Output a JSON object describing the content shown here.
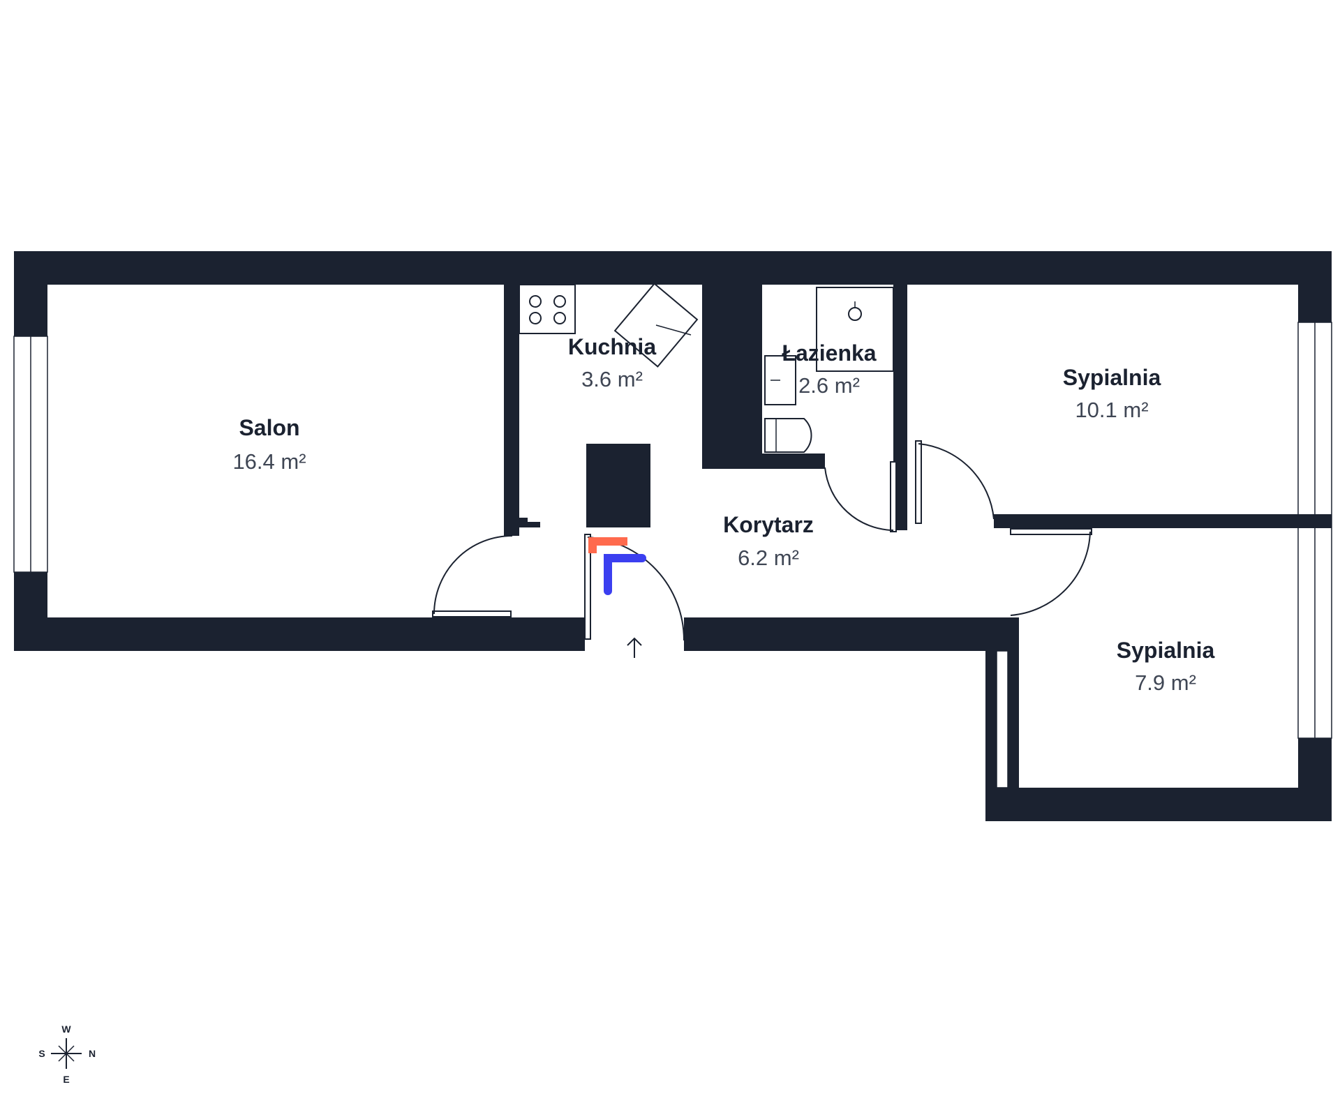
{
  "rooms": [
    {
      "id": "salon",
      "name": "Salon",
      "area": "16.4 m²"
    },
    {
      "id": "kuchnia",
      "name": "Kuchnia",
      "area": "3.6 m²"
    },
    {
      "id": "lazienka",
      "name": "Łazienka",
      "area": "2.6 m²"
    },
    {
      "id": "sypialnia1",
      "name": "Sypialnia",
      "area": "10.1 m²"
    },
    {
      "id": "korytarz",
      "name": "Korytarz",
      "area": "6.2 m²"
    },
    {
      "id": "sypialnia2",
      "name": "Sypialnia",
      "area": "7.9 m²"
    }
  ],
  "compass": {
    "top": "W",
    "left": "S",
    "right": "N",
    "bottom": "E"
  },
  "colors": {
    "wall": "#1b2230",
    "marker_orange": "#ff6a4d",
    "marker_blue": "#3b3ff0",
    "area_text": "#3f4654"
  },
  "icons": [
    "compass-icon",
    "entrance-arrow-icon",
    "stove-icon",
    "sink-icon",
    "shower-icon",
    "toilet-icon",
    "washbasin-icon",
    "viewpoint-marker-icon"
  ]
}
